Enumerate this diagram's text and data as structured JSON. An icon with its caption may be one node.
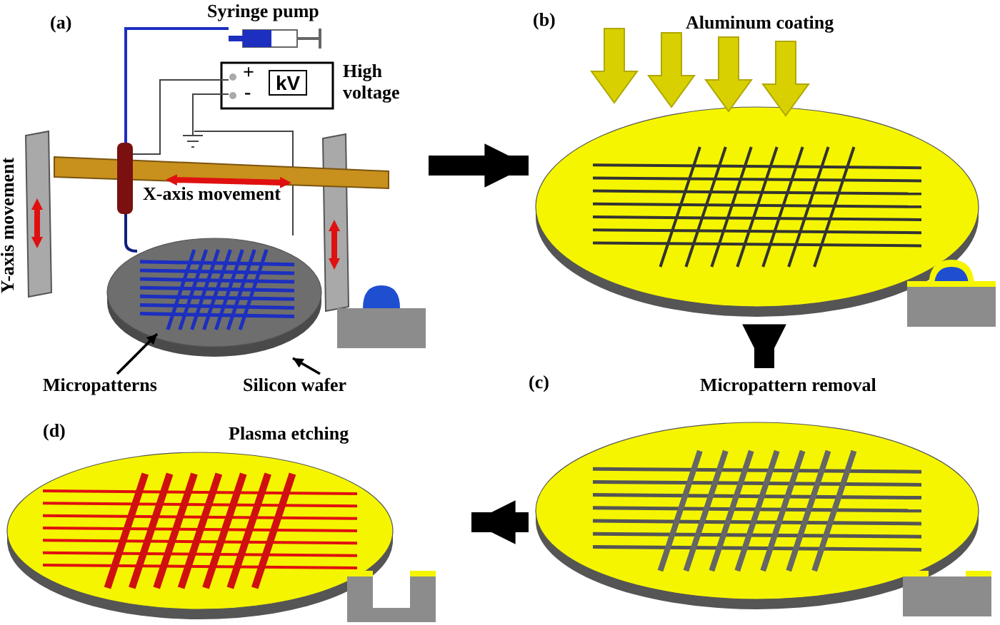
{
  "diagram": {
    "nodes": [
      {
        "text": [
          "(a)"
        ]
      },
      {
        "text": [
          "Syringe pump"
        ],
        "in": 0
      },
      {
        "text": [
          "+",
          "-",
          "kV"
        ],
        "beside": [
          "High voltage"
        ],
        "in": 0
      },
      {
        "text": [
          "Micropatterns"
        ]
      },
      {
        "text": [],
        "shape": "picture",
        "in": 0
      },
      {
        "text": [],
        "shape": "picture",
        "in": 4
      },
      {
        "text": [
          "Silicon wafer"
        ]
      },
      {
        "text": [
          "(b)",
          "Aluminum coating"
        ]
      },
      {
        "text": [
          "(c)",
          "Micropattern removal"
        ]
      },
      {
        "text": [
          "(d)",
          "Plasma etching"
        ]
      }
    ],
    "edges": [
      {
        "from": 0,
        "to": 7,
        "arrow": "to"
      },
      {
        "from": 7,
        "to": 8,
        "arrow": "to"
      },
      {
        "from": 8,
        "to": 9,
        "arrow": "to"
      },
      {
        "from": 3,
        "to": 5,
        "arrow": "to"
      },
      {
        "from": 6,
        "to": 4,
        "arrow": "to"
      }
    ],
    "labels": [
      "X-axis movement",
      "Y-axis movement"
    ]
  }
}
